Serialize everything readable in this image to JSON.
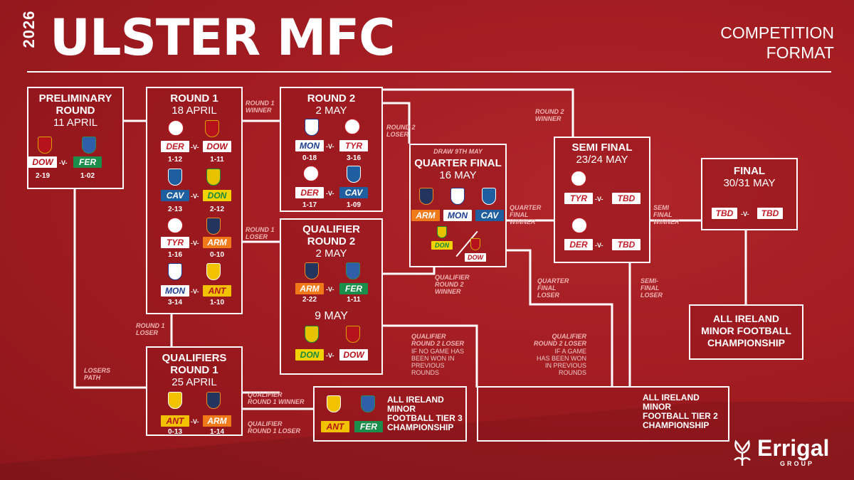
{
  "header": {
    "year": "2026",
    "title": "ULSTER MFC",
    "subtitle_line1": "COMPETITION",
    "subtitle_line2": "FORMAT"
  },
  "colors": {
    "background": "#a31d22",
    "accent": "#ffffff",
    "label": "#f0b4b4"
  },
  "vs": "-V-",
  "preliminary": {
    "title_l1": "PRELIMINARY",
    "title_l2": "ROUND",
    "date": "11 APRIL",
    "home": "DOW",
    "away": "FER",
    "home_score": "2-19",
    "away_score": "1-02"
  },
  "round1": {
    "title": "ROUND 1",
    "date": "18 APRIL",
    "matches": [
      {
        "home": "DER",
        "away": "DOW",
        "home_score": "1-12",
        "away_score": "1-11"
      },
      {
        "home": "CAV",
        "away": "DON",
        "home_score": "2-13",
        "away_score": "2-12"
      },
      {
        "home": "TYR",
        "away": "ARM",
        "home_score": "1-16",
        "away_score": "0-10"
      },
      {
        "home": "MON",
        "away": "ANT",
        "home_score": "3-14",
        "away_score": "1-10"
      }
    ]
  },
  "round2": {
    "title": "ROUND 2",
    "date": "2 MAY",
    "matches": [
      {
        "home": "MON",
        "away": "TYR",
        "home_score": "0-18",
        "away_score": "3-16"
      },
      {
        "home": "DER",
        "away": "CAV",
        "home_score": "1-17",
        "away_score": "1-09"
      }
    ]
  },
  "qualifier2": {
    "title_l1": "QUALIFIER",
    "title_l2": "ROUND 2",
    "date": "2 MAY",
    "date2": "9 MAY",
    "match1": {
      "home": "ARM",
      "away": "FER",
      "home_score": "2-22",
      "away_score": "1-11"
    },
    "match2": {
      "home": "DON",
      "away": "DOW"
    }
  },
  "qualifiers1": {
    "title_l1": "QUALIFIERS",
    "title_l2": "ROUND 1",
    "date": "25 APRIL",
    "match": {
      "home": "ANT",
      "away": "ARM",
      "home_score": "0-13",
      "away_score": "1-14"
    }
  },
  "quarter": {
    "draw": "DRAW 9th MAY",
    "title": "QUARTER FINAL",
    "date": "16 MAY",
    "teams": [
      "ARM",
      "MON",
      "CAV"
    ],
    "team4a": "DON",
    "team4b": "DOW"
  },
  "semi": {
    "title": "SEMI FINAL",
    "date": "23/24 MAY",
    "match1": {
      "home": "TYR",
      "away": "TBD"
    },
    "match2": {
      "home": "DER",
      "away": "TBD"
    }
  },
  "final": {
    "title": "FINAL",
    "date": "30/31 MAY",
    "home": "TBD",
    "away": "TBD"
  },
  "all_ireland": {
    "l1": "ALL IRELAND",
    "l2": "MINOR FOOTBALL",
    "l3": "CHAMPIONSHIP"
  },
  "tier3": {
    "l1": "ALL IRELAND",
    "l2": "MINOR",
    "l3": "FOOTBALL TIER 3",
    "l4": "CHAMPIONSHIP",
    "teams": [
      "ANT",
      "FER"
    ]
  },
  "tier2": {
    "l1": "ALL IRELAND",
    "l2": "MINOR",
    "l3": "FOOTBALL TIER 2",
    "l4": "CHAMPIONSHIP"
  },
  "labels": {
    "r1_winner": [
      "ROUND 1",
      "WINNER"
    ],
    "r1_loser": [
      "ROUND 1",
      "LOSER"
    ],
    "r1_loser2": [
      "ROUND 1",
      "LOSER"
    ],
    "losers_path": [
      "LOSERS",
      "PATH"
    ],
    "r2_winner": [
      "ROUND 2",
      "WINNER"
    ],
    "r2_loser": [
      "ROUND 2",
      "LOSER"
    ],
    "qf_winner": [
      "QUARTER",
      "FINAL",
      "WINNER"
    ],
    "qf_loser": [
      "QUARTER",
      "FINAL",
      "LOSER"
    ],
    "sf_winner": [
      "SEMI",
      "FINAL",
      "WINNER"
    ],
    "sf_loser": [
      "SEMI-",
      "FINAL",
      "LOSER"
    ],
    "q2_winner": [
      "QUALIFIER",
      "ROUND 2",
      "WINNER"
    ],
    "q1_winner": [
      "QUALIFIER",
      "ROUND 1 WINNER"
    ],
    "q1_loser": [
      "QUALIFIER",
      "ROUND 1 LOSER"
    ],
    "q2_loser_a_head": [
      "QUALIFIER",
      "ROUND 2 LOSER"
    ],
    "q2_loser_a_note": [
      "IF NO GAME HAS",
      "BEEN WON IN",
      "PREVIOUS",
      "ROUNDS"
    ],
    "q2_loser_b_head": [
      "QUALIFIER",
      "ROUND 2 LOSER"
    ],
    "q2_loser_b_note": [
      "IF A GAME",
      "HAS BEEN WON",
      "IN PREVIOUS",
      "ROUNDS"
    ]
  },
  "brand": {
    "name": "Errigal",
    "sub": "GROUP",
    "icon": "thistle-icon"
  }
}
